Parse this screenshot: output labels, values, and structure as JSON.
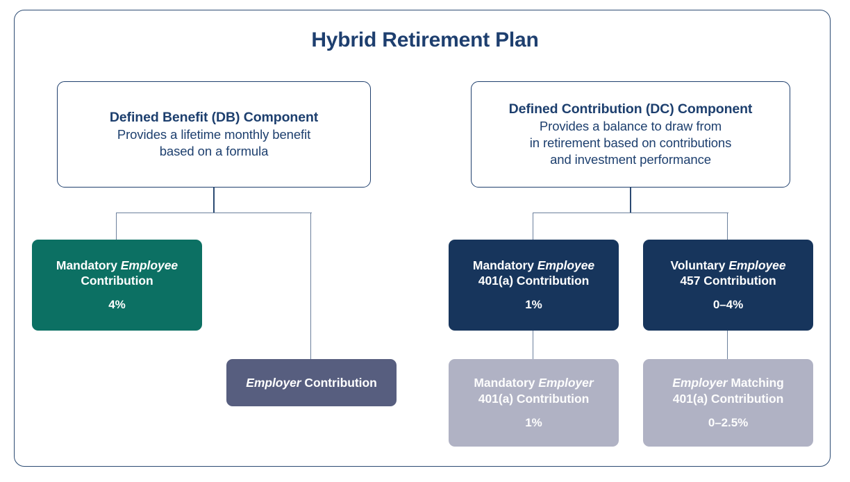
{
  "page": {
    "title": "Hybrid Retirement Plan",
    "frame_border_color": "#2b4a72",
    "background": "#ffffff"
  },
  "colors": {
    "title_text": "#1e3f6f",
    "outline_box_border": "#1f3f6d",
    "outline_box_text": "#1d3f6e",
    "green": "#0c7063",
    "navy": "#17355c",
    "gray": "#b0b2c4",
    "purple": "#575e7f",
    "connector_dark": "#2b4a72",
    "connector_light": "#6b7f9c"
  },
  "components": {
    "db": {
      "heading": "Defined Benefit (DB) Component",
      "subtitle_line1": "Provides a lifetime monthly benefit",
      "subtitle_line2": "based on a formula"
    },
    "dc": {
      "heading": "Defined Contribution (DC) Component",
      "subtitle_line1": "Provides a balance to draw from",
      "subtitle_line2": "in retirement based on contributions",
      "subtitle_line3": "and investment performance"
    }
  },
  "boxes": {
    "db_employee": {
      "line1_pre": "Mandatory ",
      "line1_em": "Employee",
      "line2": "Contribution",
      "percent": "4%",
      "color": "#0c7063"
    },
    "db_employer": {
      "line1_em": "Employer",
      "line1_post": " Contribution",
      "percent": "",
      "color": "#575e7f"
    },
    "dc_employee_401a": {
      "line1_pre": "Mandatory ",
      "line1_em": "Employee",
      "line2": "401(a) Contribution",
      "percent": "1%",
      "color": "#17355c"
    },
    "dc_employee_457": {
      "line1_pre": "Voluntary ",
      "line1_em": "Employee",
      "line2": "457 Contribution",
      "percent": "0–4%",
      "color": "#17355c"
    },
    "dc_employer_401a": {
      "line1_pre": "Mandatory ",
      "line1_em": "Employer",
      "line2": "401(a) Contribution",
      "percent": "1%",
      "color": "#b0b2c4"
    },
    "dc_employer_match": {
      "line1_em": "Employer",
      "line1_post": " Matching",
      "line2": "401(a) Contribution",
      "percent": "0–2.5%",
      "color": "#b0b2c4"
    }
  }
}
